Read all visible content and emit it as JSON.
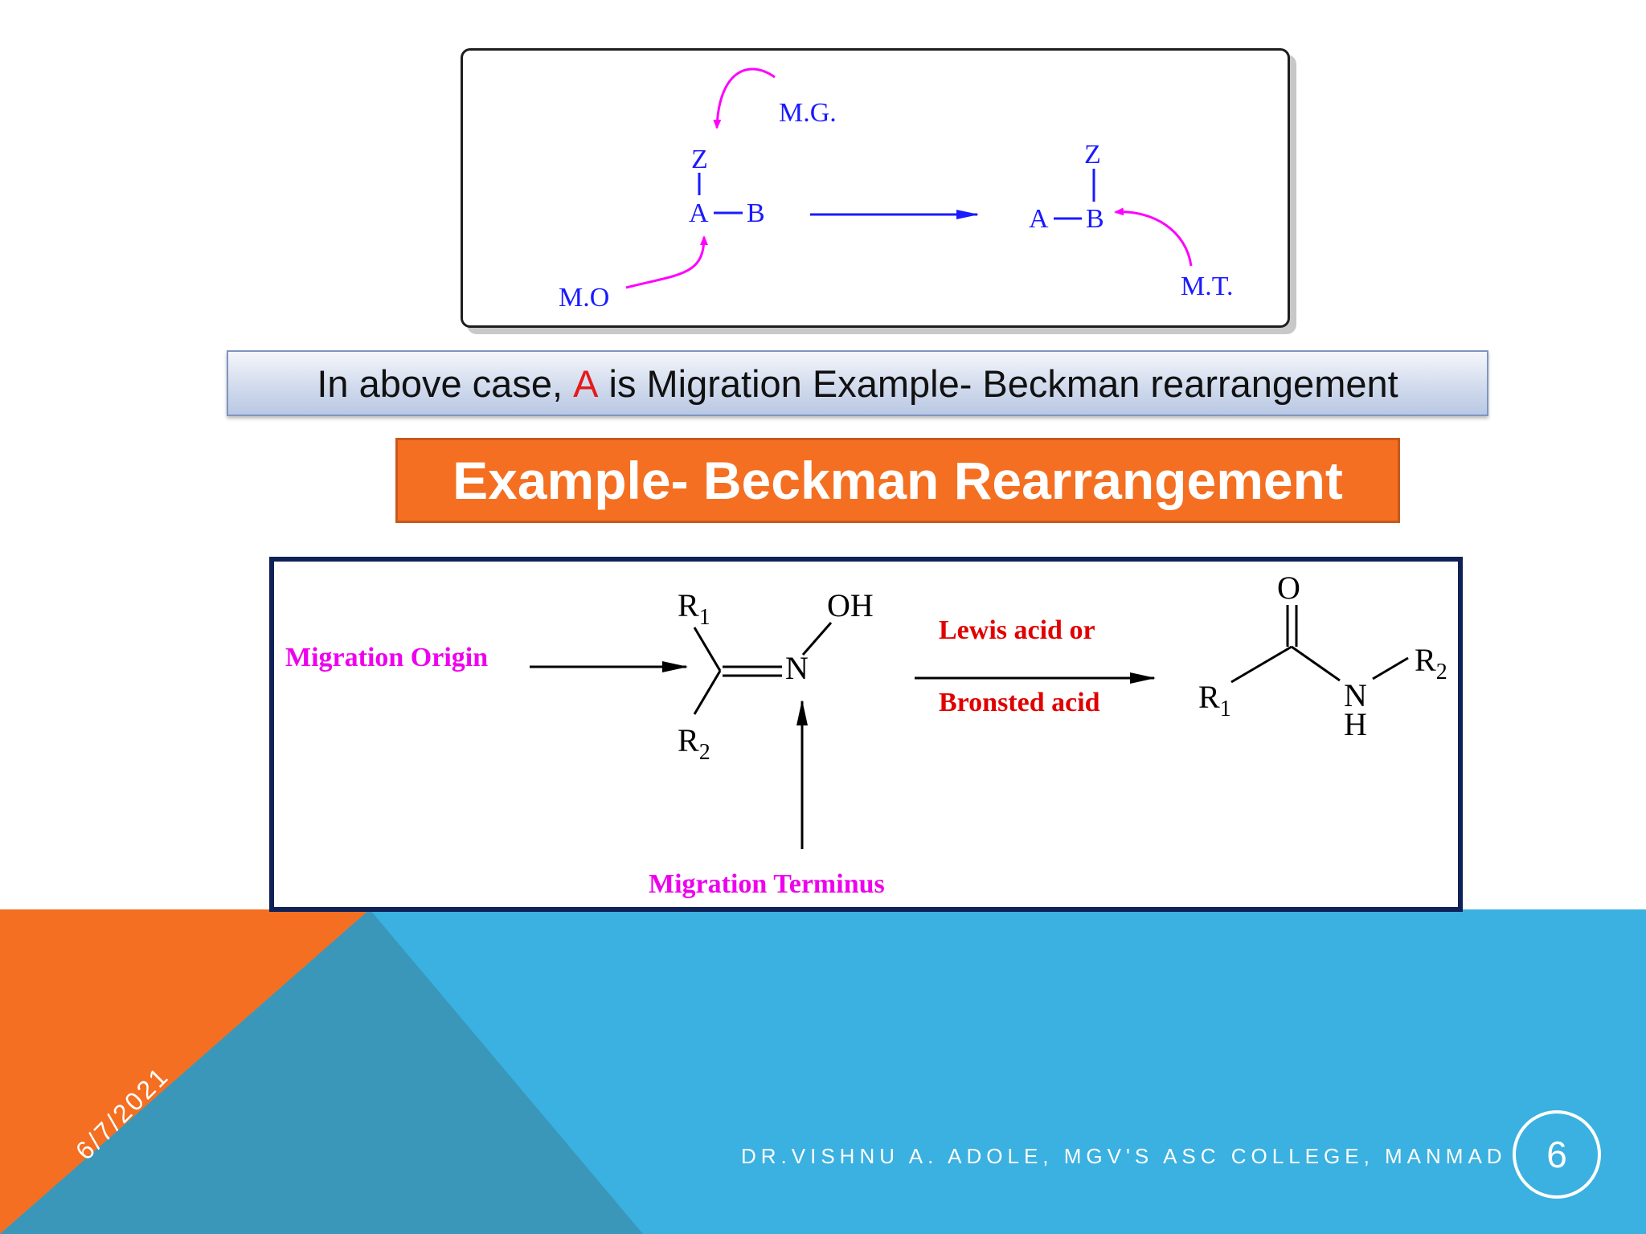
{
  "scheme1": {
    "labels": {
      "mg": "M.G.",
      "mo": "M.O",
      "mt": "M.T.",
      "z_left": "Z",
      "a_left": "A",
      "b_left": "B",
      "z_right": "Z",
      "a_right": "A",
      "b_right": "B"
    },
    "colors": {
      "text": "#1a1aff",
      "curve": "#ff00ff",
      "arrow": "#1a1aff"
    }
  },
  "info_bar": {
    "prefix": "In above case, ",
    "highlight": "A",
    "suffix": " is Migration Example- Beckman rearrangement"
  },
  "title": "Example- Beckman Rearrangement",
  "scheme2": {
    "migration_origin": "Migration Origin",
    "migration_terminus": "Migration Terminus",
    "reagent_top": "Lewis acid or",
    "reagent_bottom": "Bronsted acid",
    "r": "R",
    "sub1": "1",
    "sub2": "2",
    "oh": "OH",
    "n": "N",
    "o": "O",
    "h": "H",
    "colors": {
      "label": "#ee00ee",
      "reagent": "#e00000",
      "bond": "#000000"
    }
  },
  "footer": {
    "date": "6/7/2021",
    "credit": "DR.VISHNU A. ADOLE, MGV'S ASC COLLEGE, MANMAD",
    "page_number": "6",
    "colors": {
      "blue": "#3ab1e0",
      "orange": "#f46f21",
      "teal": "#3a97ba"
    }
  }
}
